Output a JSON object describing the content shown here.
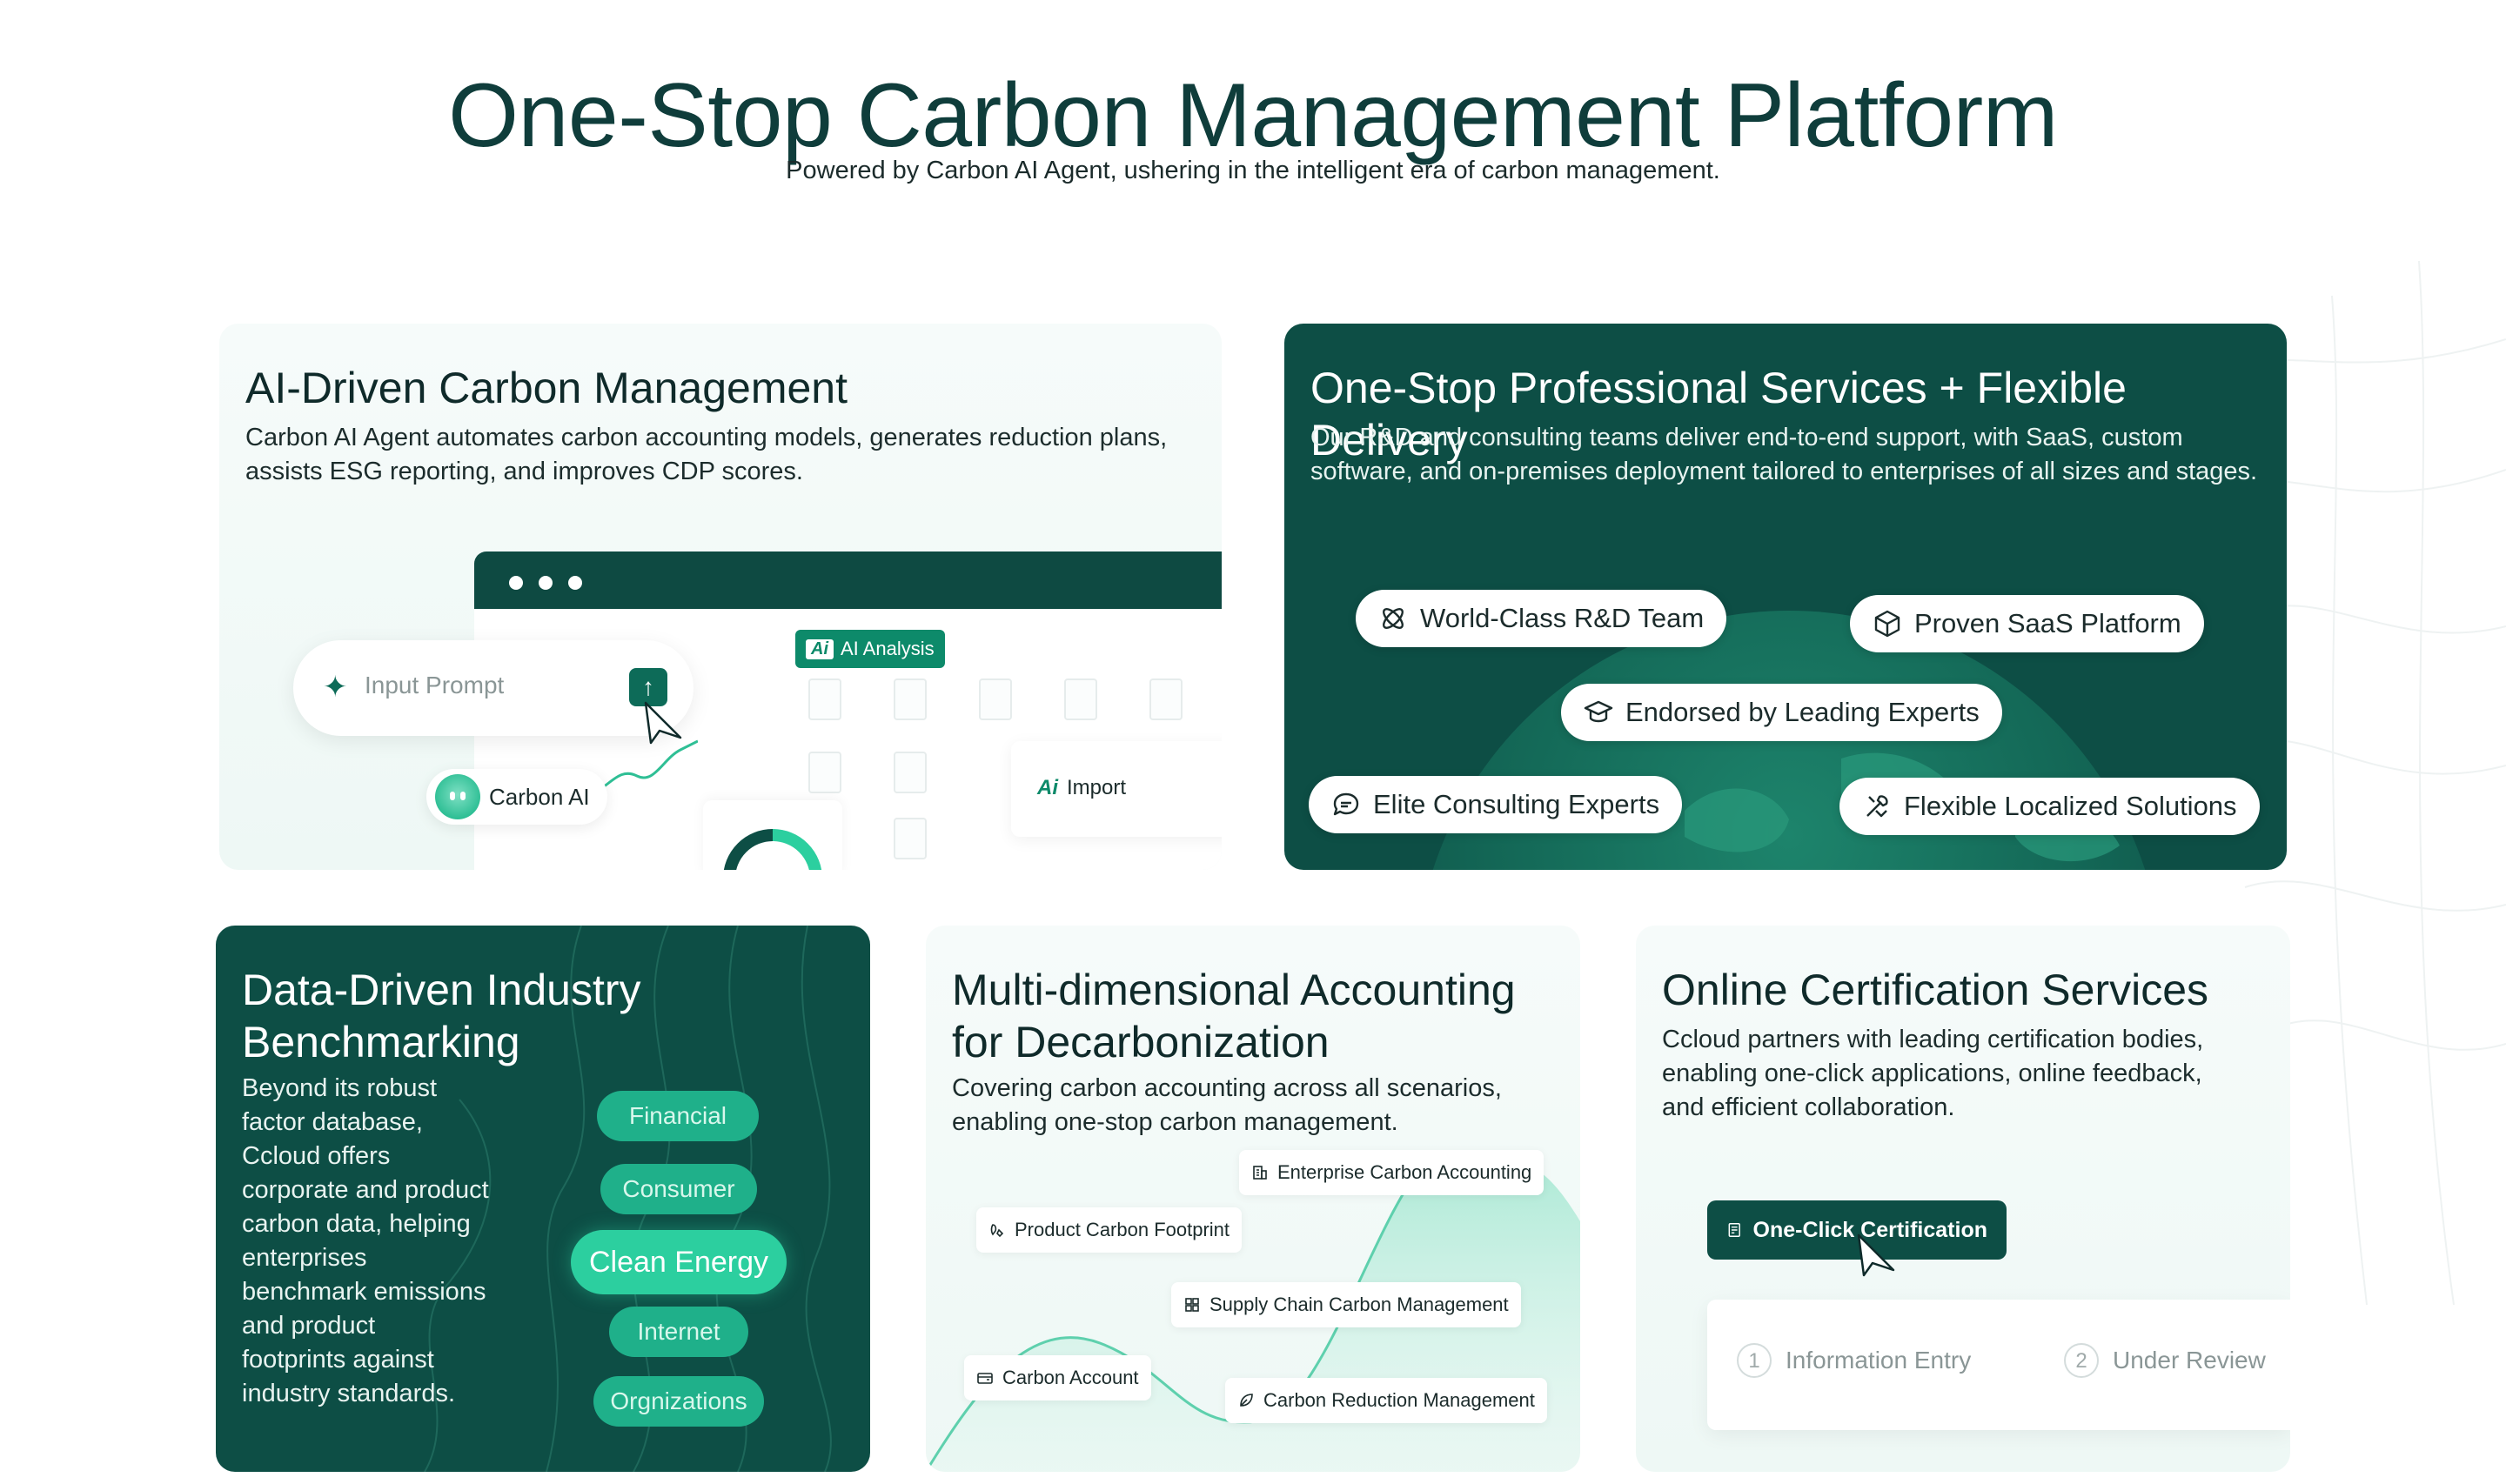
{
  "hero": {
    "title": "One-Stop Carbon Management Platform",
    "subtitle": "Powered by Carbon AI Agent, ushering in the intelligent era of carbon management."
  },
  "cards": {
    "ai_driven": {
      "title": "AI-Driven Carbon Management",
      "description_line1": "Carbon AI Agent automates carbon accounting models, generates reduction plans,",
      "description_line2": "assists ESG reporting, and improves CDP scores.",
      "prompt_placeholder": "Input Prompt",
      "carbon_ai_label": "Carbon AI",
      "ai_analysis_label": "AI Analysis",
      "ai_badge": "Ai",
      "import_label": "Import",
      "import_ai": "Ai"
    },
    "professional": {
      "title": "One-Stop Professional Services + Flexible Delivery",
      "description_line1": "Our R&D and consulting teams deliver end-to-end support, with SaaS, custom",
      "description_line2": "software, and on-premises deployment tailored to enterprises of all sizes and stages.",
      "pills": [
        {
          "label": "World-Class R&D Team",
          "icon": "atom-icon"
        },
        {
          "label": "Proven SaaS Platform",
          "icon": "cube-icon"
        },
        {
          "label": "Endorsed by Leading Experts",
          "icon": "graduation-cap-icon"
        },
        {
          "label": "Elite Consulting Experts",
          "icon": "chat-icon"
        },
        {
          "label": "Flexible Localized Solutions",
          "icon": "tools-icon"
        }
      ]
    },
    "benchmarking": {
      "title_line1": "Data-Driven Industry",
      "title_line2": "Benchmarking",
      "description_lines": [
        "Beyond its robust",
        "factor database,",
        "Ccloud offers",
        "corporate and product",
        "carbon data, helping",
        "enterprises",
        "benchmark emissions",
        "and product",
        "footprints against",
        "industry standards."
      ],
      "tags": [
        "Financial",
        "Consumer",
        "Clean Energy",
        "Internet",
        "Orgnizations"
      ],
      "active_tag": "Clean Energy"
    },
    "accounting": {
      "title_line1": "Multi-dimensional Accounting",
      "title_line2": "for Decarbonization",
      "description_line1": "Covering carbon accounting across all scenarios,",
      "description_line2": "enabling one-stop carbon management.",
      "chips": [
        {
          "label": "Enterprise Carbon Accounting",
          "icon": "building-icon"
        },
        {
          "label": "Product Carbon Footprint",
          "icon": "footprint-icon"
        },
        {
          "label": "Supply Chain Carbon Management",
          "icon": "grid-icon"
        },
        {
          "label": "Carbon Account",
          "icon": "wallet-icon"
        },
        {
          "label": "Carbon Reduction Management",
          "icon": "leaf-icon"
        }
      ]
    },
    "certification": {
      "title": "Online Certification Services",
      "description_line1": "Ccloud partners with leading certification bodies,",
      "description_line2": "enabling one-click applications, online feedback,",
      "description_line3": "and efficient collaboration.",
      "button_label": "One-Click Certification",
      "steps": [
        {
          "num": "1",
          "label": "Information Entry"
        },
        {
          "num": "2",
          "label": "Under Review"
        }
      ]
    }
  },
  "colors": {
    "brand_dark": "#0d4e45",
    "brand_green": "#1fb08a",
    "accent": "#2ccf9f"
  }
}
